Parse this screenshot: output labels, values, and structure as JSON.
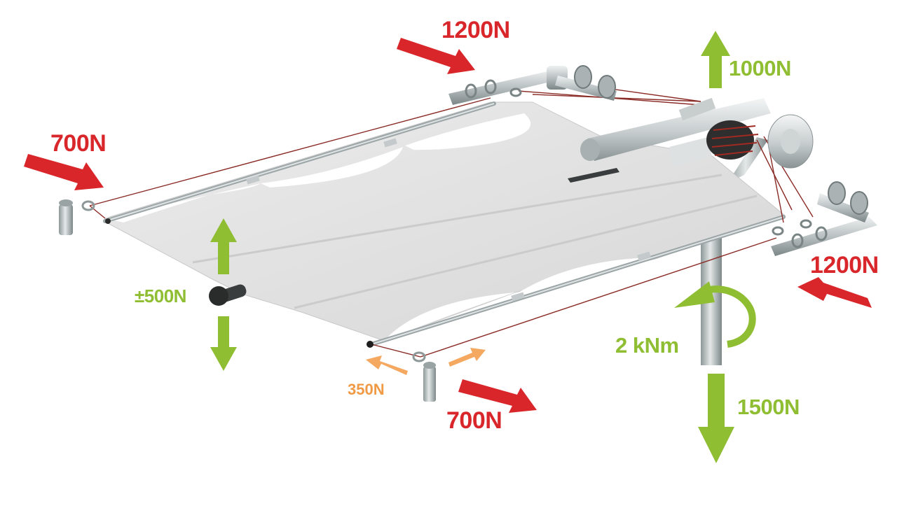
{
  "colors": {
    "red_force": "#d9262b",
    "green_force": "#8fbe33",
    "orange_force": "#f5a860",
    "fabric": "#dedede",
    "metal": "#b4bcbd",
    "cable": "#8a2a25"
  },
  "labels": {
    "top_red": "1200N",
    "right_red": "1200N",
    "left_red": "700N",
    "bottom_red": "700N",
    "up_green": "1000N",
    "down_green": "1500N",
    "moment": "2 kNm",
    "vertical_load": "±500N",
    "small_orange": "350N"
  },
  "icons": [
    "force-arrow-red",
    "force-arrow-green",
    "force-arrow-orange",
    "moment-arrow",
    "awning-illustration"
  ]
}
